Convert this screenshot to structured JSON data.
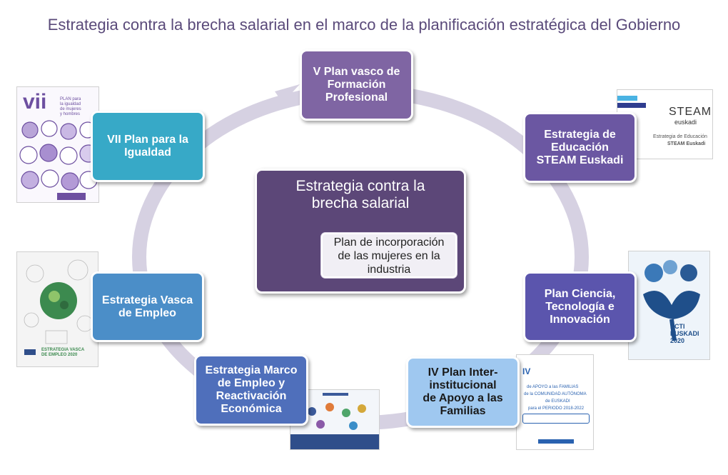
{
  "title": "Estrategia contra la brecha salarial en el marco de la planificación estratégica del Gobierno",
  "center": {
    "title": "Estrategia contra la\nbrecha salarial",
    "sub": "Plan de incorporación\nde las mujeres en la\nindustria"
  },
  "nodes": {
    "formacion": "V Plan vasco de\nFormación\nProfesional",
    "steam": "Estrategia de\nEducación\nSTEAM Euskadi",
    "ciencia": "Plan Ciencia,\nTecnología e\nInnovación",
    "familias": "IV Plan Inter-\ninstitucional\nde Apoyo a las\nFamilias",
    "empleo_marco": "Estrategia Marco\nde Empleo y\nReactivación\nEconómica",
    "empleo_vasca": "Estrategia Vasca\nde Empleo",
    "igualdad": "VII Plan para la\nIgualdad"
  },
  "covers": {
    "igualdad_big": "vii",
    "igualdad_small": "PLAN para\nla igualdad\nde mujeres\ny hombres",
    "steam_logo": "STEAM",
    "steam_logo2": "euskadi",
    "steam_text": "Estrategia de Educación",
    "steam_text2": "STEAM Euskadi",
    "pcti": "PCTI\nEUSKADI 2020",
    "empleo_vasca": "ESTRATEGIA VASCA\nDE EMPLEO 2020",
    "familias_roman": "IV",
    "familias_l1": "de APOYO a las FAMILIAS",
    "familias_l2": "de la COMUNIDAD AUTÓNOMA",
    "familias_l3": "de EUSKADI",
    "familias_l4": "para el PERIODO 2018-2022"
  },
  "colors": {
    "ring": "#d6d1e2",
    "center": "#5c4778",
    "formacion": "#7f65a3",
    "steam": "#6b57a2",
    "ciencia": "#5b55ad",
    "familias": "#9fc8f0",
    "empleo_marco": "#4f6fbb",
    "empleo_vasca": "#4b8ec8",
    "igualdad": "#37a9c7"
  }
}
